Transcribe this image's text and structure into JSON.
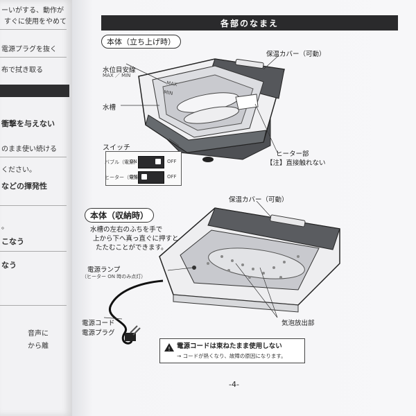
{
  "left_page": {
    "lines": [
      {
        "text": "ーいがする、動作が"
      },
      {
        "text": "すぐに使用をやめて"
      },
      {
        "text": "電源プラグを抜く"
      },
      {
        "text": "布で拭き取る"
      },
      {
        "text": "衝撃を与えない"
      },
      {
        "text": "のまま使い続ける"
      },
      {
        "text": "ください。"
      },
      {
        "text": "などの揮発性"
      },
      {
        "text": "。"
      },
      {
        "text": "こなう"
      },
      {
        "text": "なう"
      },
      {
        "text": "音声に"
      },
      {
        "text": "から離"
      }
    ]
  },
  "header": {
    "title": "各部のなまえ"
  },
  "upright": {
    "section_label": "本体（立ち上げ時）",
    "lid_label": "保温カバー（可動）",
    "water_level_label": "水位目安線",
    "water_level_sub": "MAX ／ MIN",
    "tub_label": "水槽",
    "heater_label": "ヒーター部",
    "heater_note": "【注】直接触れない",
    "max_mark": "MAX",
    "min_mark": "MIN"
  },
  "switch": {
    "label": "スイッチ",
    "rows": [
      {
        "name": "バブル（電源）",
        "on": "ON",
        "off": "OFF"
      },
      {
        "name": "ヒーター（電源）",
        "on": "ON",
        "off": "OFF"
      }
    ]
  },
  "stored": {
    "section_label": "本体（収納時）",
    "lid_label": "保温カバー（可動）",
    "instruction_1": "水槽の左右のふちを手で",
    "instruction_2": "上から下へ真っ直ぐに押すと",
    "instruction_3": "たたむことができます。",
    "power_lamp": "電源ランプ",
    "power_lamp_sub": "（ヒーター ON 時のみ点灯）",
    "power_cord": "電源コード",
    "power_plug": "電源プラグ",
    "bubble_outlet": "気泡放出部"
  },
  "warning": {
    "title": "電源コードは束ねたまま使用しない",
    "detail": "→ コードが熱くなり、故障の原因になります。"
  },
  "page_number": "-4-",
  "colors": {
    "dark": "#2a2a2c",
    "tub_gray": "#585a5e",
    "paper": "#f7f7f9"
  }
}
